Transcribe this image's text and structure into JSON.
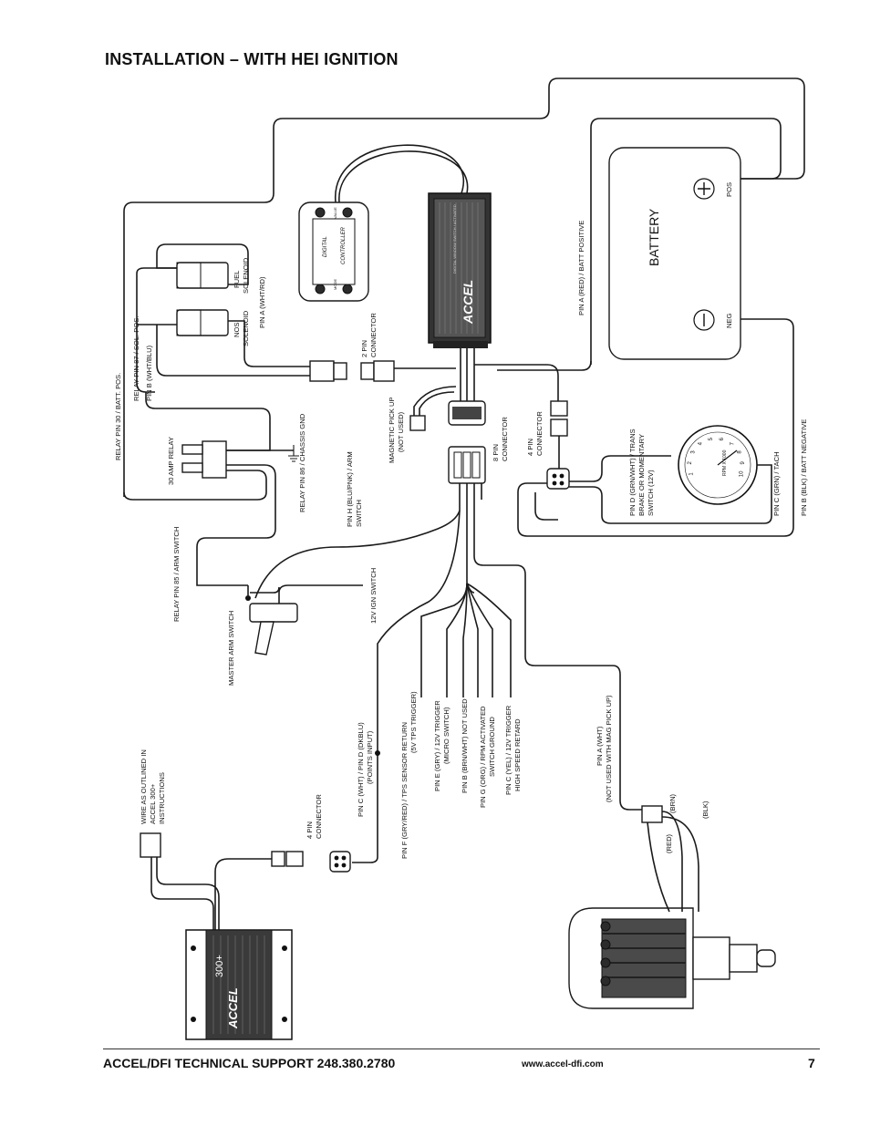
{
  "title": "INSTALLATION – WITH HEI IGNITION",
  "footer": {
    "support": "ACCEL/DFI TECHNICAL SUPPORT 248.380.2780",
    "website": "www.accel-dfi.com",
    "page_number": "7"
  },
  "components": {
    "battery": "BATTERY",
    "pos": "POS",
    "neg": "NEG",
    "controller_top": "DIGITAL",
    "controller_mid": "CONTROLLER",
    "controller_btn_left": "MODE",
    "controller_btn_right": "VALUE",
    "module_brand": "ACCEL",
    "module_fine": "DIGITAL WINDOW SWITCH / ACTIVATED",
    "box300_brand": "ACCEL",
    "box300_model": "300+",
    "tach_units": "RPM X 1000",
    "tach_numbers": [
      "1",
      "2",
      "3",
      "4",
      "5",
      "6",
      "7",
      "8",
      "9",
      "10"
    ]
  },
  "labels": {
    "relay_pin30": "RELAY PIN 30 / BATT. POS.",
    "relay_pin87": "RELAY PIN 87 / SOL. POS.",
    "pin_b_wht_blu": "PIN B (WHT/BLU)",
    "fuel_solenoid_1": "FUEL",
    "fuel_solenoid_2": "SOLENOID",
    "nos_solenoid_1": "NOS",
    "nos_solenoid_2": "SOLENOID",
    "pin_a_wht_rd": "PIN A (WHT/RD)",
    "two_pin_1": "2 PIN",
    "two_pin_2": "CONNECTOR",
    "relay_pin86": "RELAY PIN 86 / CHASSIS GND",
    "thirty_amp_relay": "30 AMP RELAY",
    "mag_pickup_1": "MAGNETIC PICK UP",
    "mag_pickup_2": "(NOT USED)",
    "eight_pin_1": "8 PIN",
    "eight_pin_2": "CONNECTOR",
    "four_pin_top_1": "4 PIN",
    "four_pin_top_2": "CONNECTOR",
    "pin_a_red_batt": "PIN A (RED) / BATT POSITIVE",
    "pin_d_grn_wht_1": "PIN D (GRN/WHT) / TRANS",
    "pin_d_grn_wht_2": "BRAKE OR MOMENTARY",
    "pin_d_grn_wht_3": "SWITCH (12V)",
    "pin_c_grn_tach": "PIN C (GRN) / TACH",
    "pin_b_blk_batt": "PIN B (BLK) / BATT NEGATIVE",
    "pin_h_blu_pnk_1": "PIN H (BLU/PNK) / ARM",
    "pin_h_blu_pnk_2": "SWITCH",
    "relay_pin85": "RELAY PIN 85 / ARM SWITCH",
    "twelve_v_ign": "12V IGN SWITCH",
    "master_arm": "MASTER ARM SWITCH",
    "pin_f_1": "PIN F (GRY/RED) / TPS SENSOR  RETURN",
    "pin_f_2": "(5V TPS TRIGGER)",
    "pin_e_1": "PIN  E (GRY) / 12V TRIGGER",
    "pin_e_2": "(MICRO SWITCH)",
    "pin_b_brn": "PIN B (BRN/WHT) NOT USED",
    "pin_g_1": "PIN G (ORG) / RPM ACTIVATED",
    "pin_g_2": "SWITCH GROUND",
    "pin_c_yel_1": "PIN C (YEL) / 12V TRIGGER",
    "pin_c_yel_2": "HIGH SPEED RETARD",
    "pin_c_wht_1": "PIN C (WHT) / PIN D (DKBLU)",
    "pin_c_wht_2": "(POINTS INPUT)",
    "four_pin_bot_1": "4 PIN",
    "four_pin_bot_2": "CONNECTOR",
    "wire_as_1": "WIRE AS OUTLINED IN",
    "wire_as_2": "ACCEL 300+",
    "wire_as_3": "INSTRUCTIONS",
    "pin_a_wht_1": "PIN A (WHT)",
    "pin_a_wht_2": "(NOT USED WITH MAG PICK UP)",
    "brn": "(BRN)",
    "blk": "(BLK)",
    "red": "(RED)"
  }
}
